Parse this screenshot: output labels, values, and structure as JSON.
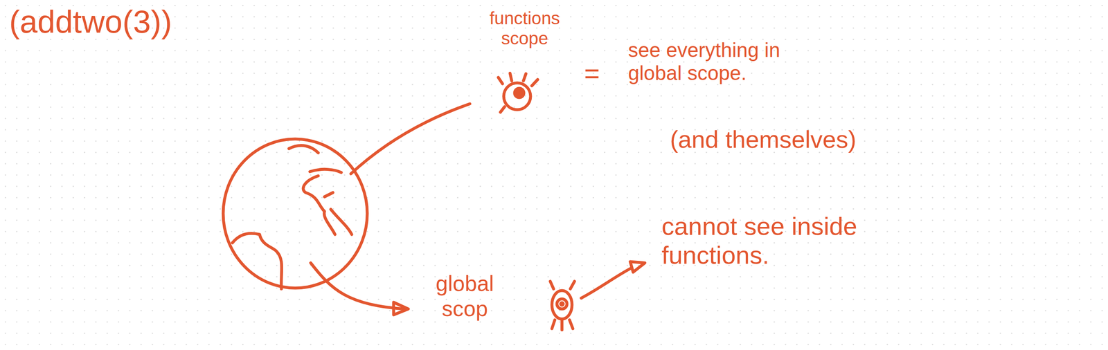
{
  "diagram": {
    "labels": [
      "(addtwo(3))",
      "functions scope",
      "=",
      "see everything in global scope.",
      "(and themselves)",
      "global scop",
      "cannot see inside functions."
    ]
  }
}
